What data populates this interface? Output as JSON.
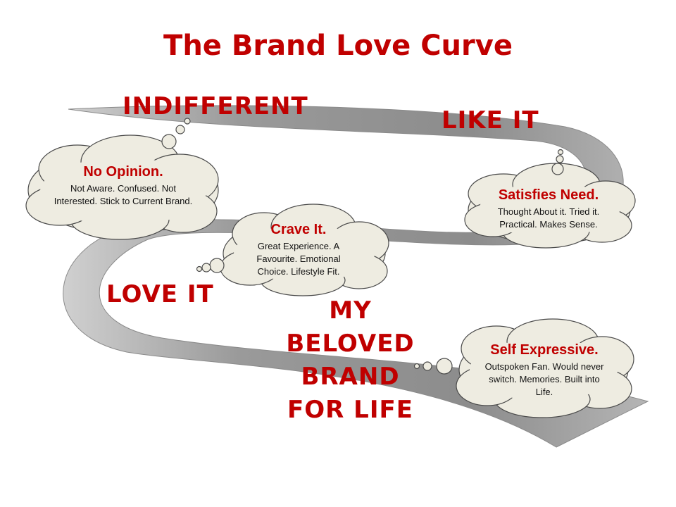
{
  "title": "The Brand Love Curve",
  "stages": {
    "indifferent": "INDIFFERENT",
    "like_it": "LIKE IT",
    "love_it": "LOVE IT",
    "beloved": [
      "MY",
      "BELOVED",
      "BRAND",
      "FOR LIFE"
    ]
  },
  "clouds": {
    "no_opinion": {
      "title": "No Opinion.",
      "body": "Not Aware. Confused. Not Interested. Stick to Current Brand."
    },
    "satisfies_need": {
      "title": "Satisfies Need.",
      "body": "Thought About it. Tried it. Practical. Makes Sense."
    },
    "crave_it": {
      "title": "Crave It.",
      "body": "Great Experience.  A Favourite.  Emotional Choice.  Lifestyle Fit."
    },
    "self_expressive": {
      "title": "Self Expressive.",
      "body": "Outspoken Fan.  Would never switch.  Memories. Built into Life."
    }
  },
  "colors": {
    "title": "#c00000",
    "road": "#9a9a9a",
    "cloud_fill": "#eeece1",
    "cloud_stroke": "#4a4a4a"
  }
}
